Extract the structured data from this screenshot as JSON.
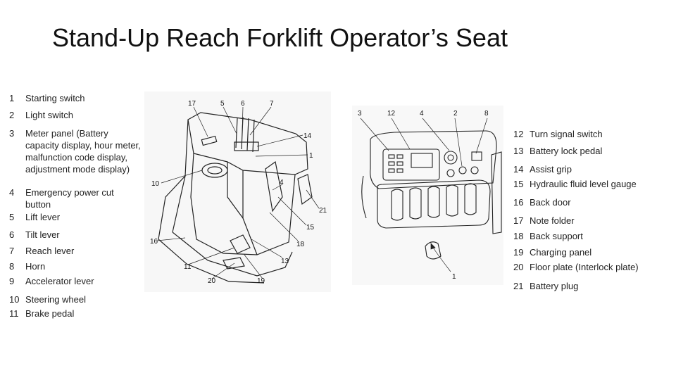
{
  "title": "Stand-Up Reach Forklift Operator’s Seat",
  "left_items": [
    {
      "num": "1",
      "label": "Starting switch"
    },
    {
      "num": "2",
      "label": "Light switch"
    },
    {
      "num": "3",
      "label": "Meter panel (Battery capacity display, hour meter, malfunction code display, adjustment mode display)"
    },
    {
      "num": "4",
      "label": "Emergency power cut button"
    },
    {
      "num": "5",
      "label": "Lift lever"
    },
    {
      "num": "6",
      "label": "Tilt lever"
    },
    {
      "num": "7",
      "label": "Reach lever"
    },
    {
      "num": "8",
      "label": "Horn"
    },
    {
      "num": "9",
      "label": "Accelerator lever"
    },
    {
      "num": "10",
      "label": "Steering wheel"
    },
    {
      "num": "11",
      "label": "Brake pedal"
    }
  ],
  "right_items": [
    {
      "num": "12",
      "label": "Turn signal switch"
    },
    {
      "num": "13",
      "label": "Battery lock pedal"
    },
    {
      "num": "14",
      "label": "Assist grip"
    },
    {
      "num": "15",
      "label": "Hydraulic fluid level gauge"
    },
    {
      "num": "16",
      "label": "Back door"
    },
    {
      "num": "17",
      "label": "Note folder"
    },
    {
      "num": "18",
      "label": "Back support"
    },
    {
      "num": "19",
      "label": "Charging panel"
    },
    {
      "num": "20",
      "label": "Floor plate (Interlock plate)"
    },
    {
      "num": "21",
      "label": "Battery plug"
    }
  ],
  "diagram_left": {
    "callouts": [
      "17",
      "5",
      "6",
      "7",
      "14",
      "1",
      "10",
      "4",
      "21",
      "15",
      "16",
      "18",
      "11",
      "13",
      "20",
      "19"
    ]
  },
  "diagram_right": {
    "callouts": [
      "3",
      "12",
      "4",
      "2",
      "8",
      "1"
    ]
  }
}
